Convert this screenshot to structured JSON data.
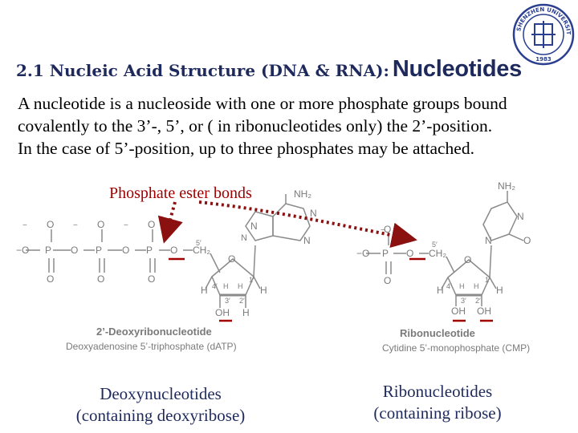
{
  "header": {
    "title": "2.1 Nucleic Acid Structure (DNA & RNA):",
    "subtitle": "Nucleotides",
    "logo_text": "SHENZHEN UNIVERSITY 1983"
  },
  "intro_lines": [
    "A nucleotide is a nucleoside with one or more phosphate groups bound",
    "covalently to the 3’-, 5’, or ( in ribonucleotides only) the 2’-position.",
    "In the case of 5’-position, up to three phosphates may be attached."
  ],
  "figure": {
    "bond_label": "Phosphate ester bonds",
    "left": {
      "name": "2’-Deoxyribonucleotide",
      "compound": "Deoxyadenosine 5’-triphosphate (dATP)"
    },
    "right": {
      "name": "Ribonucleotide",
      "compound": "Cytidine 5’-monophosphate (CMP)"
    }
  },
  "captions": {
    "left_line1": "Deoxynucleotides",
    "left_line2": "(containing deoxyribose)",
    "right_line1": "Ribonucleotides",
    "right_line2": "(containing ribose)"
  },
  "colors": {
    "title": "#1f2a5c",
    "accent_red": "#a00000",
    "dotted_arrow": "#8b1010",
    "figure_gray": "#7a7a7a"
  }
}
